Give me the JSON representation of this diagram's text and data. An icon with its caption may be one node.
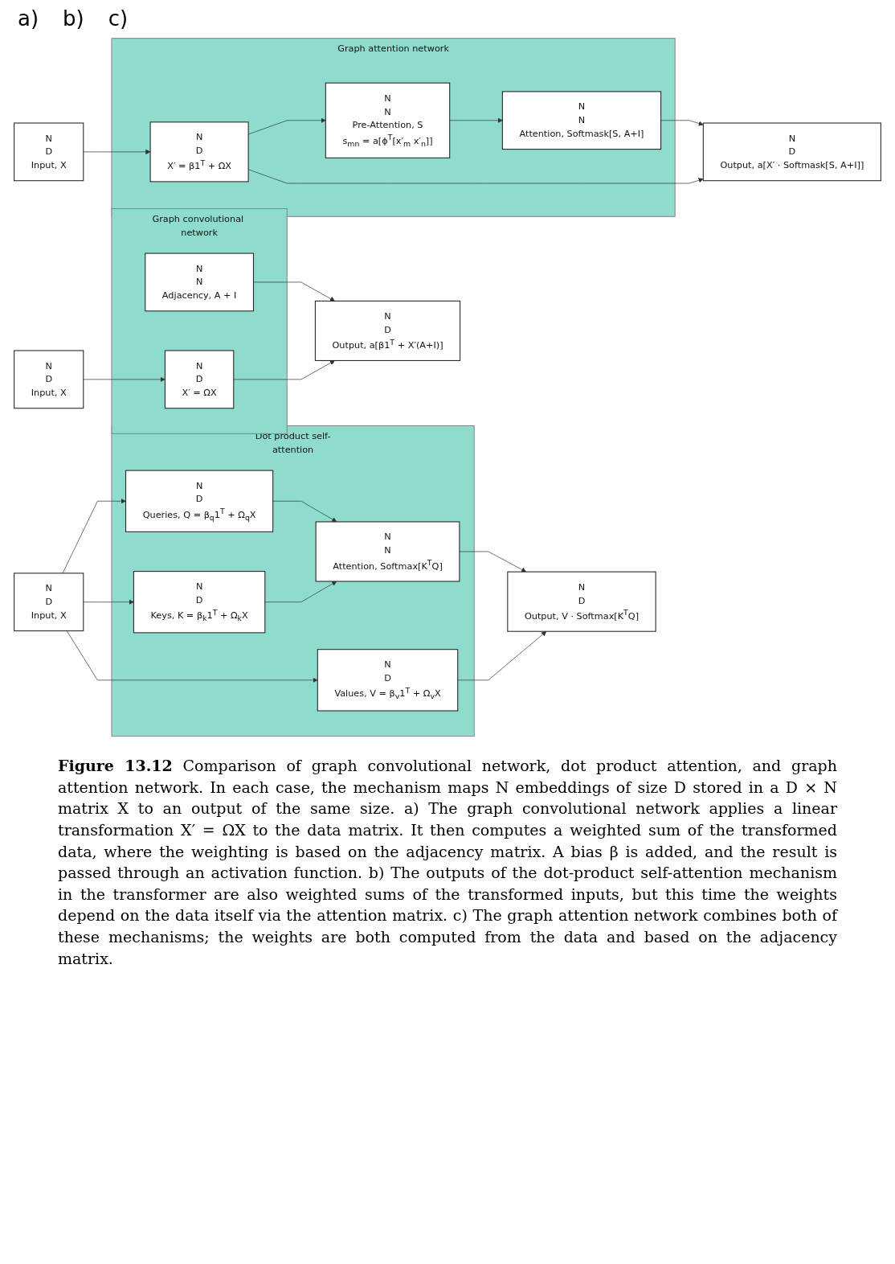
{
  "diagram": {
    "caption": "**Figure 13.12** Comparison of graph convolutional network, dot product attention, and graph attention network. In each case, the mechanism maps N embeddings of size D stored in a D × N matrix X to an output of the same size. a) The graph convolutional network applies a linear transformation X′ = ΩX to the data matrix. It then computes a weighted sum of the transformed data, where the weighting is based on the adjacency matrix. A bias β is added, and the result is passed through an activation function. b) The outputs of the dot-product self-attention mechanism in the transformer are also weighted sums of the transformed inputs, but this time the weights depend on the data itself via the attention matrix. c) The graph attention network combines both of these mechanisms; the weights are both computed from the data and based on the adjacency matrix.",
    "nodes": [
      {
        "text": [
          "N",
          "D",
          "Input, X"
        ]
      },
      {
        "text": [
          "Graph convolutional network"
        ]
      },
      {
        "text": [
          "N",
          "N",
          "Adjacency, A + I"
        ],
        "in": 1
      },
      {
        "text": [
          "N",
          "D",
          "X′ = ΩX"
        ],
        "in": 1
      },
      {
        "text": [
          "N",
          "D",
          "Output, a[β1$^{T}$ + X′(A+I)]"
        ]
      },
      {
        "text": [
          "N",
          "D",
          "Input, X"
        ]
      },
      {
        "text": [
          "Dot product self-attention"
        ]
      },
      {
        "text": [
          "N",
          "D",
          "Queries, Q = β$_{q}$1$^{T}$ + Ω$_{q}$X"
        ],
        "in": 6
      },
      {
        "text": [
          "N",
          "D",
          "Keys, K = β$_{k}$1$^{T}$ + Ω$_{k}$X"
        ],
        "in": 6
      },
      {
        "text": [
          "N",
          "D",
          "Values, V = β$_{v}$1$^{T}$ + Ω$_{v}$X"
        ],
        "in": 6
      },
      {
        "text": [
          "N",
          "N",
          "Attention, Softmax[K$^{T}$Q]"
        ],
        "in": 6
      },
      {
        "text": [
          "N",
          "D",
          "Output, V · Softmax[K$^{T}$Q]"
        ]
      },
      {
        "text": [
          "N",
          "D",
          "Input, X"
        ]
      },
      {
        "text": [
          "Graph attention network"
        ]
      },
      {
        "text": [
          "N",
          "D",
          "X′ = β1$^{T}$ + ΩX"
        ],
        "in": 13
      },
      {
        "text": [
          "N",
          "N",
          "Pre-Attention, S",
          "s$_{mn}$ = a[ϕ$^{T}$[x′$_{m}$ x′$_{n}$]]"
        ],
        "in": 13
      },
      {
        "text": [
          "N",
          "N",
          "Attention, Softmask[S, A+I]"
        ],
        "in": 13
      },
      {
        "text": [
          "N",
          "D",
          "Output, a[X′ · Softmask[S, A+I]]"
        ]
      }
    ],
    "edges": [
      {
        "from": 0,
        "to": 3,
        "arrow": "to"
      },
      {
        "from": 2,
        "to": 4,
        "arrow": "to"
      },
      {
        "from": 3,
        "to": 4,
        "arrow": "to"
      },
      {
        "from": 5,
        "to": 7,
        "arrow": "to"
      },
      {
        "from": 5,
        "to": 8,
        "arrow": "to"
      },
      {
        "from": 5,
        "to": 9,
        "arrow": "to"
      },
      {
        "from": 7,
        "to": 10,
        "arrow": "to"
      },
      {
        "from": 8,
        "to": 10,
        "arrow": "to"
      },
      {
        "from": 10,
        "to": 11,
        "arrow": "to"
      },
      {
        "from": 9,
        "to": 11,
        "arrow": "to"
      },
      {
        "from": 12,
        "to": 14,
        "arrow": "to"
      },
      {
        "from": 14,
        "to": 15,
        "arrow": "to"
      },
      {
        "from": 15,
        "to": 16,
        "arrow": "to"
      },
      {
        "from": 16,
        "to": 17,
        "arrow": "to"
      },
      {
        "from": 14,
        "to": 17,
        "arrow": "to"
      }
    ],
    "labels": [
      "a)",
      "b)",
      "c)"
    ]
  }
}
